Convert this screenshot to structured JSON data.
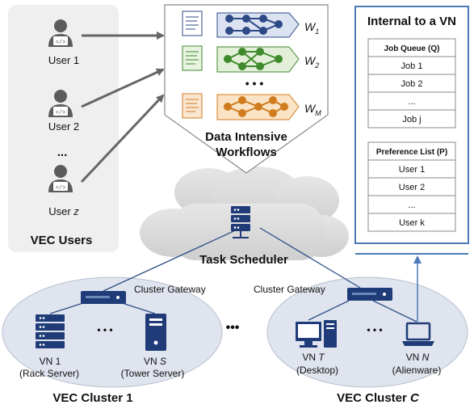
{
  "users_panel": {
    "users": [
      {
        "prefix": "User ",
        "suffix": "1"
      },
      {
        "prefix": "User ",
        "suffix": "2"
      },
      {
        "prefix": "User ",
        "suffix": "z"
      }
    ],
    "ellipsis": "...",
    "title": "VEC Users"
  },
  "workflows": {
    "items": [
      {
        "base": "W",
        "sub": "1",
        "color": "#2e4a86"
      },
      {
        "base": "W",
        "sub": "2",
        "color": "#3f8a2c"
      },
      {
        "base": "W",
        "sub": "M",
        "color": "#d07c1f"
      }
    ],
    "ellipsis": "• • •",
    "title_line1": "Data Intensive",
    "title_line2": "Workflows"
  },
  "scheduler": {
    "label": "Task Scheduler"
  },
  "vn_internal": {
    "title": "Internal to a VN",
    "job_queue": {
      "header": "Job Queue (Q)",
      "rows": [
        "Job 1",
        "Job 2",
        "...",
        "Job j"
      ]
    },
    "preference_list": {
      "header": "Preference List (P)",
      "rows": [
        "User 1",
        "User 2",
        "...",
        "User k"
      ]
    }
  },
  "cluster1": {
    "gateway_label": "Cluster Gateway",
    "nodes": [
      {
        "name_prefix": "VN ",
        "name_suffix": "1",
        "type": "(Rack Server)"
      },
      {
        "name_prefix": "VN ",
        "name_suffix": "S",
        "type": "(Tower Server)"
      }
    ],
    "dots": "• • •",
    "title": "VEC Cluster 1"
  },
  "clusterC": {
    "gateway_label": "Cluster Gateway",
    "nodes": [
      {
        "name_prefix": "VN ",
        "name_suffix": "T",
        "type": "(Desktop)"
      },
      {
        "name_prefix": "VN ",
        "name_suffix": "N",
        "type": "(Alienware)"
      }
    ],
    "dots": "• • •",
    "title_prefix": "VEC Cluster ",
    "title_suffix": "C"
  },
  "between_clusters": "•••"
}
